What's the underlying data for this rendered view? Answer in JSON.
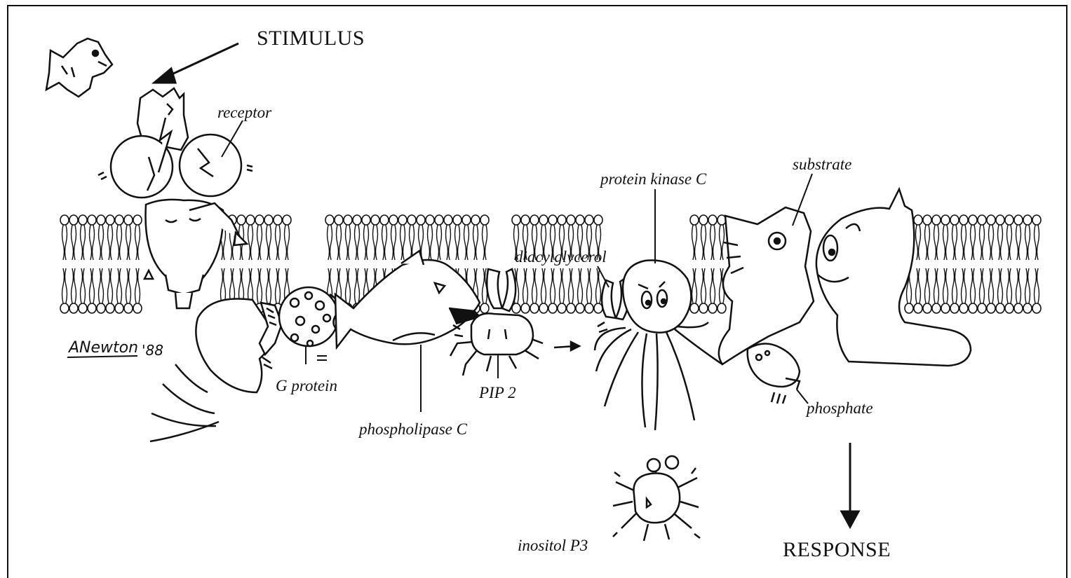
{
  "labels": {
    "stimulus": "STIMULUS",
    "response": "RESPONSE",
    "receptor": "receptor",
    "g_protein": "G protein",
    "phospholipase_c": "phospholipase C",
    "pip2": "PIP 2",
    "diacylglycerol": "diacylglycerol",
    "protein_kinase_c": "protein kinase C",
    "substrate": "substrate",
    "phosphate": "phosphate",
    "inositol_p3": "inositol P3"
  },
  "signature": {
    "name": "ANewton",
    "year": "'88"
  },
  "style": {
    "ink": "#111111",
    "paper": "#ffffff"
  },
  "icons": [
    "fish-icon",
    "receptor-icon",
    "g-protein-icon",
    "phospholipase-fish-icon",
    "pip2-crab-icon",
    "octopus-icon",
    "substrate-fish-icon",
    "phosphate-snail-icon",
    "inositol-crab-icon"
  ]
}
